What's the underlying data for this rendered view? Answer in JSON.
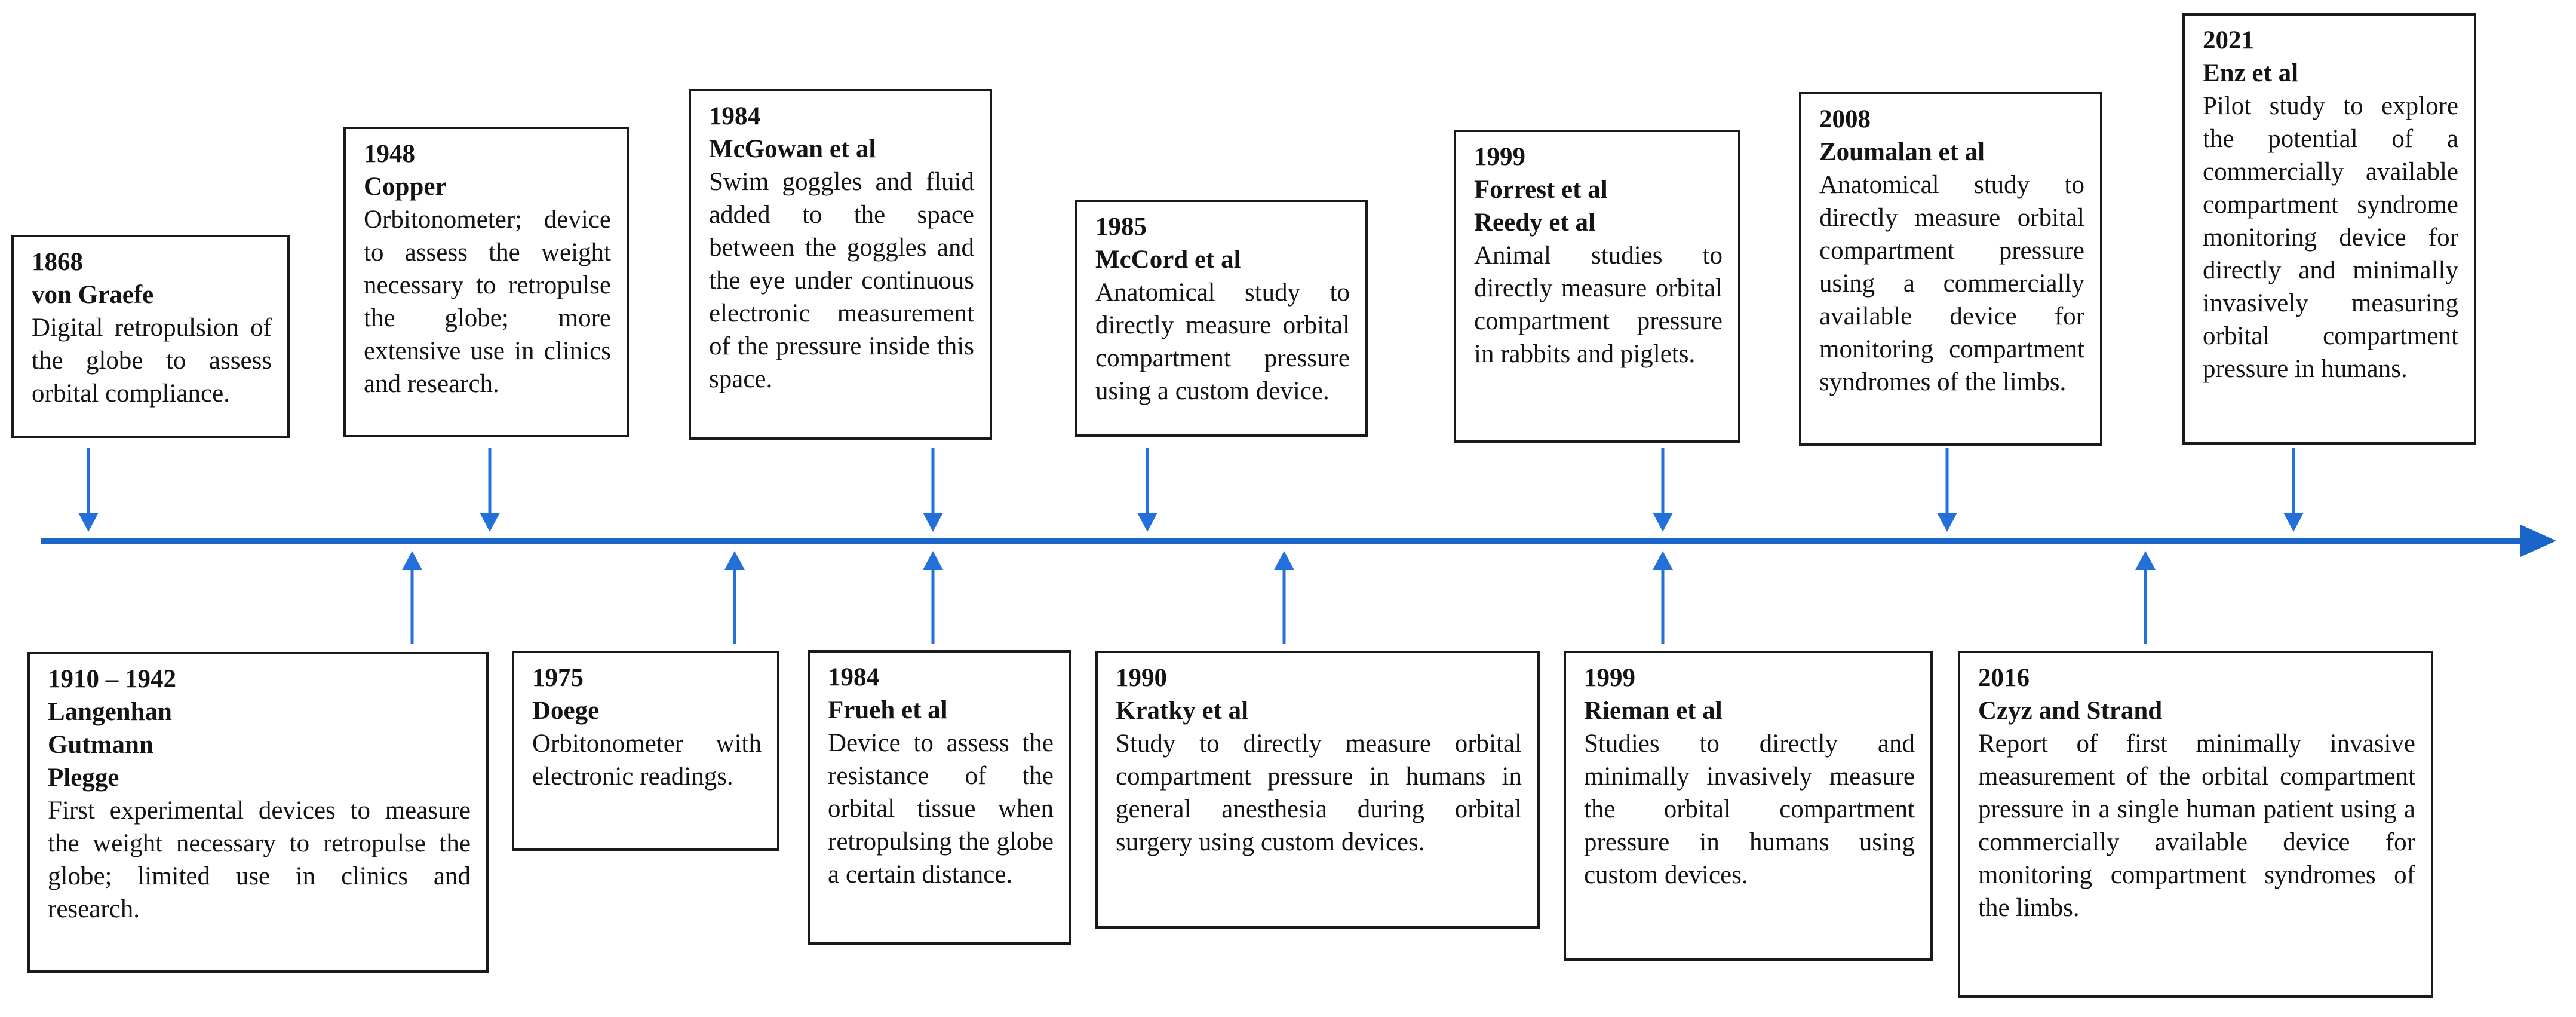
{
  "colors": {
    "axis-blue": "#1b64c8",
    "arrow-blue": "#2470da",
    "box-border": "#1a1a1a",
    "text-color": "#141414"
  },
  "timeline": {
    "axis_direction": "left-to-right",
    "events_top": [
      {
        "year": "1868",
        "names": [
          "von Graefe"
        ],
        "text": "Digital retropulsion of the globe to assess orbital compliance."
      },
      {
        "year": "1948",
        "names": [
          "Copper"
        ],
        "text": "Orbitonometer; device to assess the weight necessary to retropulse the globe; more extensive use in clinics and research."
      },
      {
        "year": "1984",
        "names": [
          "McGowan et al"
        ],
        "text": "Swim goggles and fluid added to the space between the goggles and the eye under continuous electronic measurement of the pressure inside this space."
      },
      {
        "year": "1985",
        "names": [
          "McCord et al"
        ],
        "text": "Anatomical study to directly measure orbital compartment pressure using a custom device."
      },
      {
        "year": "1999",
        "names": [
          "Forrest et al",
          "Reedy et al"
        ],
        "text": "Animal studies to directly measure orbital compartment pressure in rabbits and piglets."
      },
      {
        "year": "2008",
        "names": [
          "Zoumalan et al"
        ],
        "text": "Anatomical study to directly measure orbital compartment pressure using a commercially available device for monitoring compartment syndromes of the limbs."
      },
      {
        "year": "2021",
        "names": [
          "Enz et al"
        ],
        "text": "Pilot study to explore the potential of a commercially available compartment syndrome monitoring device for directly and minimally invasively measuring orbital compartment pressure in humans."
      }
    ],
    "events_bottom": [
      {
        "year": "1910 – 1942",
        "names": [
          "Langenhan",
          "Gutmann",
          "Plegge"
        ],
        "text": "First experimental devices to measure the weight necessary to retropulse the globe; limited use in clinics and research."
      },
      {
        "year": "1975",
        "names": [
          "Doege"
        ],
        "text": "Orbitonometer with electronic readings."
      },
      {
        "year": "1984",
        "names": [
          "Frueh et al"
        ],
        "text": "Device to assess the resistance of the orbital tissue when retropulsing the globe a certain distance."
      },
      {
        "year": "1990",
        "names": [
          "Kratky et al"
        ],
        "text": "Study to directly measure orbital compartment pressure in humans in general anesthesia during orbital surgery using custom devices."
      },
      {
        "year": "1999",
        "names": [
          "Rieman et al"
        ],
        "text": "Studies to directly and minimally invasively measure the orbital compartment pressure in humans using custom devices."
      },
      {
        "year": "2016",
        "names": [
          "Czyz and Strand"
        ],
        "text": "Report of first minimally invasive measurement of the orbital compartment pressure in a single human patient using a commercially available device for monitoring compartment syndromes of the limbs."
      }
    ]
  }
}
